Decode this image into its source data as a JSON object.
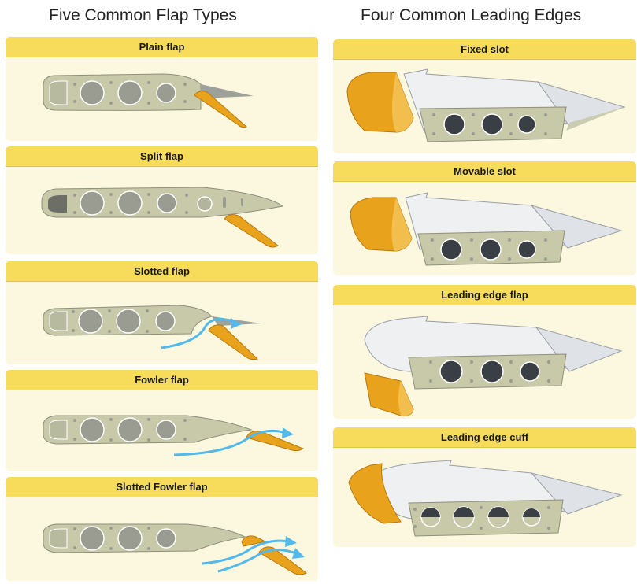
{
  "titles": {
    "left": "Five Common Flap Types",
    "right": "Four Common Leading Edges"
  },
  "flaps": [
    {
      "label": "Plain flap"
    },
    {
      "label": "Split flap"
    },
    {
      "label": "Slotted flap"
    },
    {
      "label": "Fowler flap"
    },
    {
      "label": "Slotted Fowler flap"
    }
  ],
  "leading_edges": [
    {
      "label": "Fixed slot"
    },
    {
      "label": "Movable slot"
    },
    {
      "label": "Leading edge flap"
    },
    {
      "label": "Leading edge cuff"
    }
  ],
  "colors": {
    "header": "#f6dc5a",
    "panel": "#fbf8df",
    "airfoil": "#c7c9a8",
    "hole": "#9a9c92",
    "flap": "#e9a21c",
    "airflow": "#53b9ea",
    "metal": "#eef0f2",
    "dark_hole": "#3a3f45"
  }
}
